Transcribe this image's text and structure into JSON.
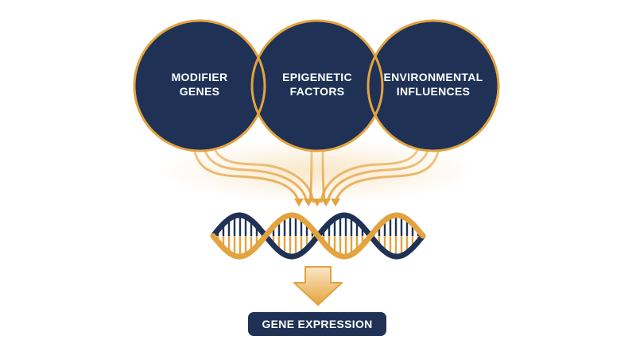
{
  "colors": {
    "navy": "#1f3256",
    "gold": "#e3a33f",
    "gold_light": "#f6d7a6",
    "white": "#ffffff"
  },
  "factors": [
    {
      "line1": "MODIFIER",
      "line2": "GENES"
    },
    {
      "line1": "EPIGENETIC",
      "line2": "FACTORS"
    },
    {
      "line1": "ENVIRONMENTAL",
      "line2": "INFLUENCES"
    }
  ],
  "icons": {
    "dna": "dna-helix-icon",
    "down_arrow": "down-arrow-icon"
  },
  "output": {
    "label": "GENE EXPRESSION"
  }
}
